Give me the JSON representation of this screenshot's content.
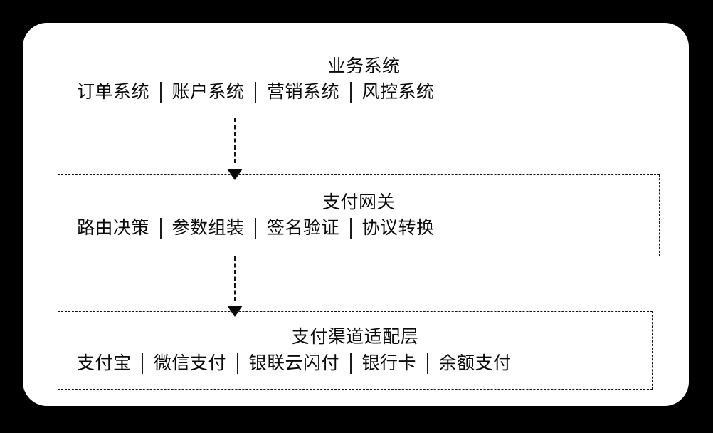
{
  "canvas": {
    "background_color": "#000000",
    "card_color": "#ffffff",
    "line_color": "#111111",
    "text_color": "#0a0a0a"
  },
  "diagram": {
    "type": "layered-architecture",
    "orientation": "top-to-bottom",
    "layers": [
      {
        "id": "business-system",
        "title": "业务系统",
        "items": [
          "订单系统",
          "账户系统",
          "营销系统",
          "风控系统"
        ]
      },
      {
        "id": "payment-gateway",
        "title": "支付网关",
        "items": [
          "路由决策",
          "参数组装",
          "签名验证",
          "协议转换"
        ]
      },
      {
        "id": "payment-channel-adapter",
        "title": "支付渠道适配层",
        "items": [
          "支付宝",
          "微信支付",
          "银联云闪付",
          "银行卡",
          "余额支付"
        ]
      }
    ],
    "connectors": [
      {
        "id": "business-to-gateway",
        "from": "business-system",
        "to": "payment-gateway",
        "style": "dashed",
        "arrow": "down"
      },
      {
        "id": "gateway-to-channel",
        "from": "payment-gateway",
        "to": "payment-channel-adapter",
        "style": "dashed",
        "arrow": "down"
      }
    ]
  }
}
